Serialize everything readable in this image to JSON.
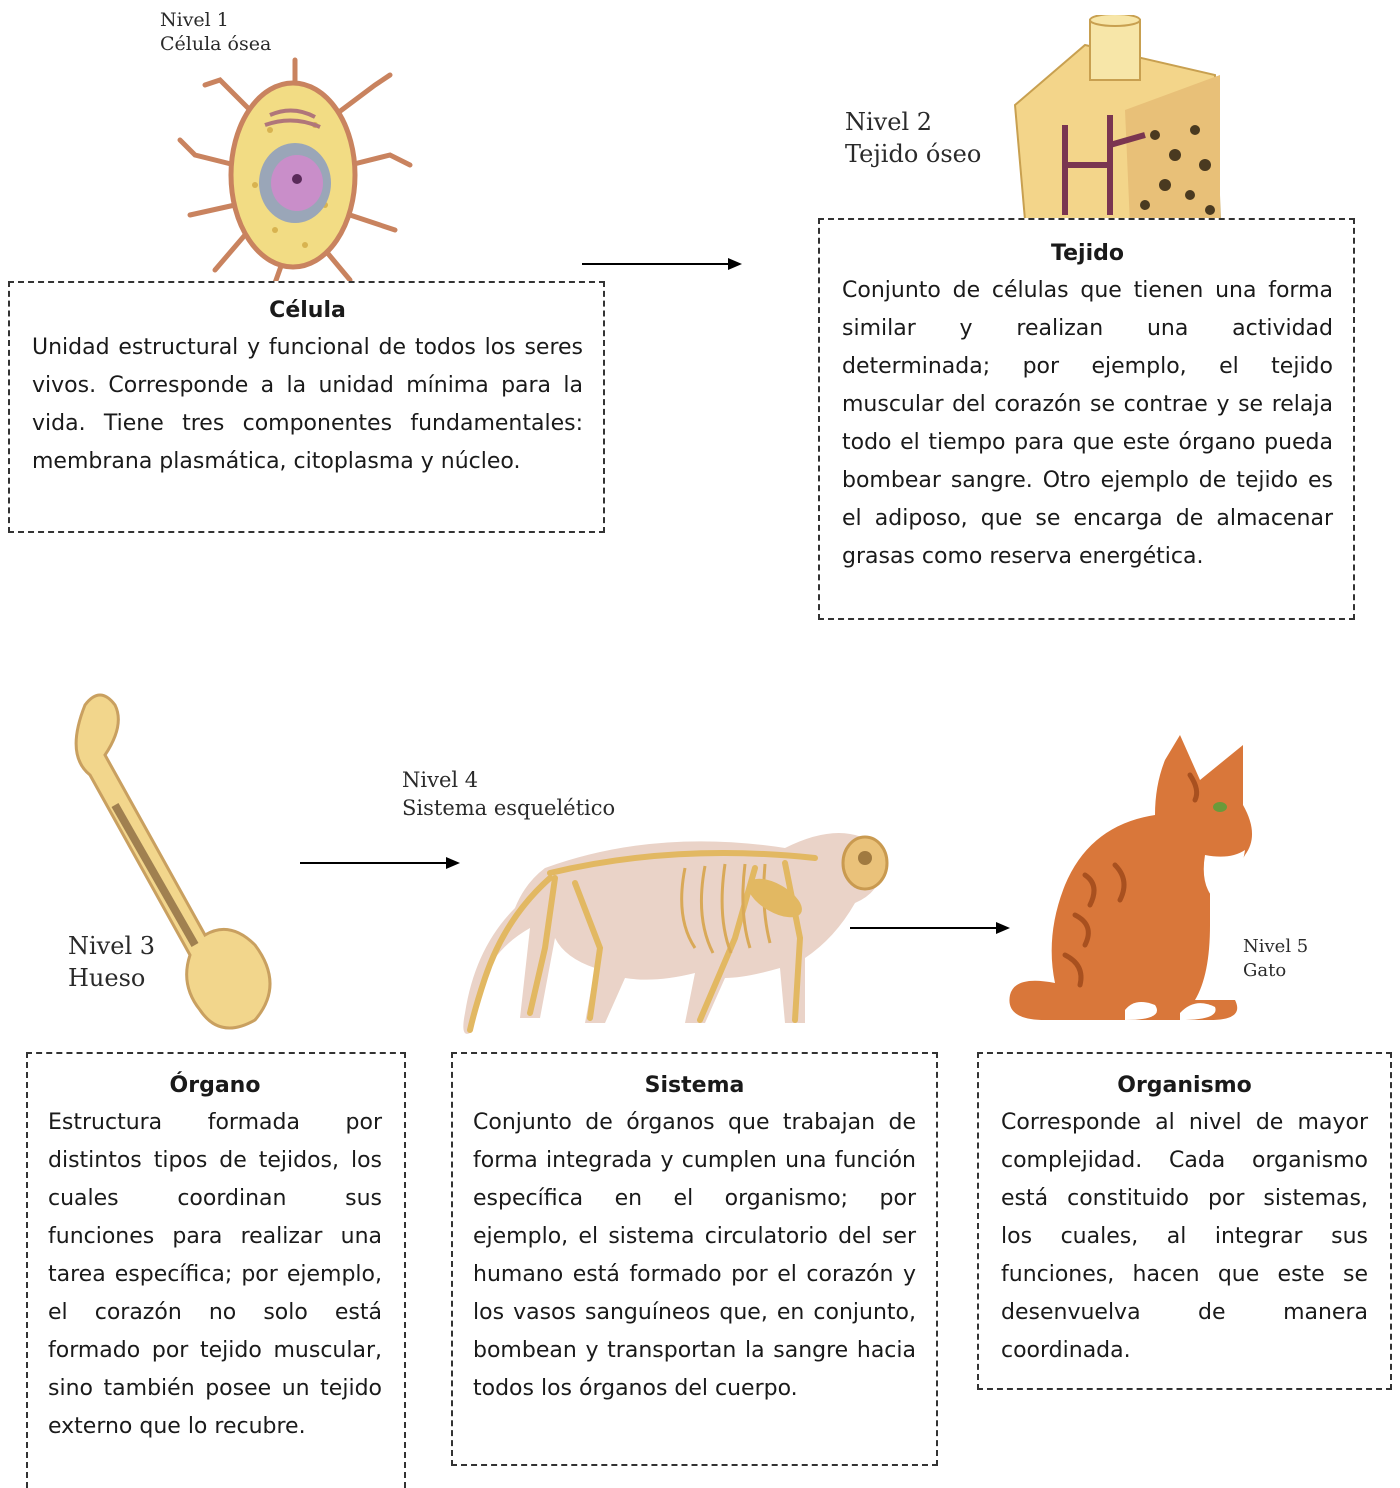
{
  "levels": [
    {
      "line1": "Nivel 1",
      "line2": "Célula ósea"
    },
    {
      "line1": "Nivel 2",
      "line2": "Tejido óseo"
    },
    {
      "line1": "Nivel 3",
      "line2": "Hueso"
    },
    {
      "line1": "Nivel 4",
      "line2": "Sistema esquelético"
    },
    {
      "line1": "Nivel 5",
      "line2": "Gato"
    }
  ],
  "boxes": [
    {
      "title": "Célula",
      "text": "Unidad estructural y funcional de todos los seres vivos. Corresponde a la unidad mínima para la vida. Tiene tres componentes fundamentales: membrana plasmática, citoplasma y núcleo."
    },
    {
      "title": "Tejido",
      "text": "Conjunto de células que tienen una forma similar y realizan una actividad determinada; por ejemplo, el tejido muscular del corazón se contrae y se relaja todo el tiempo para que este órgano pueda bombear sangre. Otro ejemplo de tejido es el adiposo, que se encarga de almacenar grasas como reserva energética."
    },
    {
      "title": "Órgano",
      "text": "Estructura formada por distintos tipos de tejidos, los cuales coordinan sus funciones para realizar una tarea específica; por ejemplo, el corazón no solo está formado por tejido muscular, sino también posee un tejido externo que lo recubre."
    },
    {
      "title": "Sistema",
      "text": "Conjunto de órganos que trabajan de forma integrada y cumplen una función específica en el organismo; por ejemplo, el sistema circulatorio del ser humano está formado por el corazón y los vasos sanguíneos que, en conjunto, bombean y transportan la sangre hacia todos los órganos del cuerpo."
    },
    {
      "title": "Organismo",
      "text": "Corresponde al nivel de mayor complejidad. Cada organismo está constituido por sistemas, los cuales, al integrar sus funciones, hacen que este se desenvuelva de manera coordinada."
    }
  ],
  "icons": {
    "cell": "bone-cell-illustration",
    "tissue": "bone-tissue-illustration",
    "organ": "bone-illustration",
    "system": "cat-skeleton-illustration",
    "organism": "cat-illustration"
  }
}
